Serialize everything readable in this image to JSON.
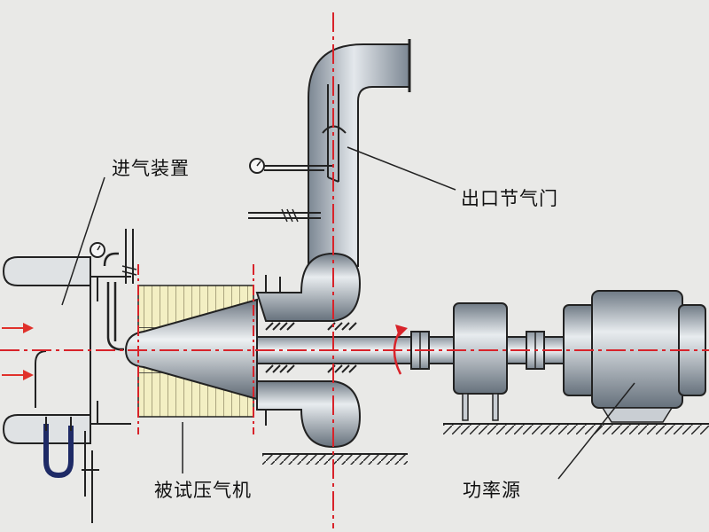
{
  "labels": {
    "inlet_device": "进气装置",
    "outlet_throttle": "出口节气门",
    "test_compressor": "被试压气机",
    "power_source": "功率源"
  },
  "colors": {
    "background": "#e9e9e7",
    "centerline": "#d8232a",
    "flow_arrow": "#e0312b",
    "line": "#222222",
    "pipe_fill": "#b9c2cb",
    "pipe_shadow": "#707b86",
    "hatch_fill": "#f3efc3",
    "manometer_liquid": "#1e2a66"
  },
  "icons": {
    "pressure_gauge": "gauge-icon",
    "flow_arrow": "arrow-right-icon",
    "ground": "ground-hatch-icon"
  }
}
